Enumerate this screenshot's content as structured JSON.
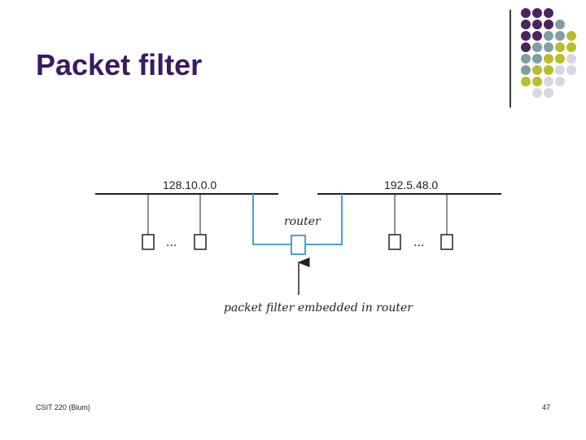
{
  "slide": {
    "title": "Packet filter",
    "footer_left": "CSIT 220 (Blum)",
    "page_number": "47"
  },
  "diagram": {
    "left_network": "128.10.0.0",
    "right_network": "192.5.48.0",
    "router_label": "router",
    "left_ellipsis": "...",
    "right_ellipsis": "...",
    "caption": "packet filter embedded in router"
  },
  "colors": {
    "title": "#3b1a5e",
    "link": "#4a9fd8",
    "dot_purple": "#4a2460",
    "dot_teal": "#7f9fa2",
    "dot_olive": "#b9bd2e",
    "dot_lavender": "#d7d7e4"
  }
}
